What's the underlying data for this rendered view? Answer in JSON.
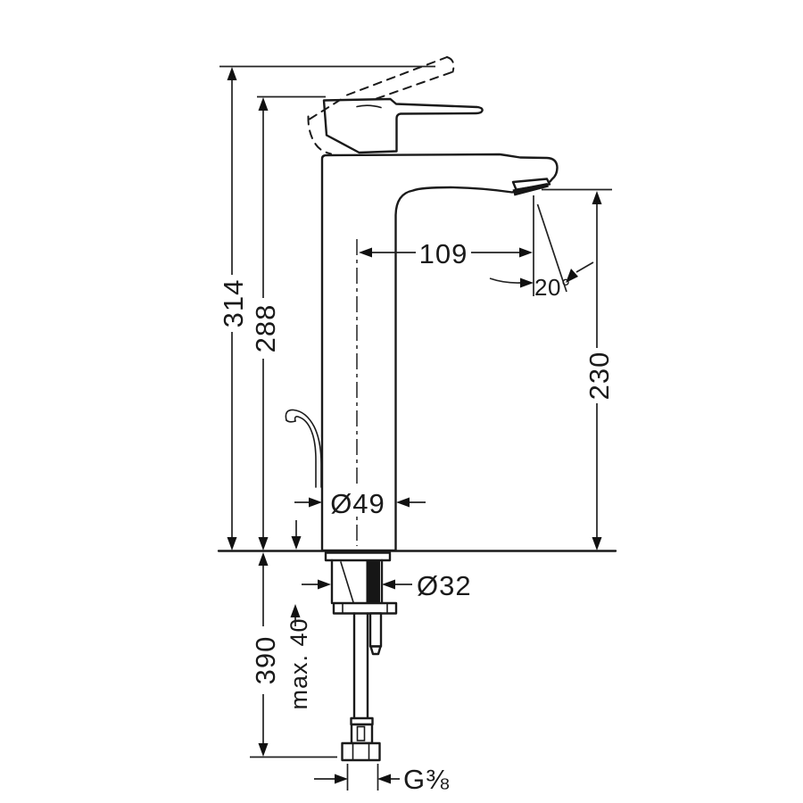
{
  "drawing": {
    "type": "technical dimension drawing",
    "subject": "single-lever tall basin mixer faucet, side view",
    "background": "#ffffff",
    "line_color": "#1a1a1a"
  },
  "labels": {
    "total_height": "314",
    "height_to_handle": "288",
    "spout_reach": "109",
    "spout_angle": "20°",
    "outlet_height": "230",
    "body_diameter": "Ø49",
    "shank_diameter": "Ø32",
    "hose_length": "390",
    "max_deck_thickness": "max. 40",
    "supply_connection": "G⅜"
  }
}
